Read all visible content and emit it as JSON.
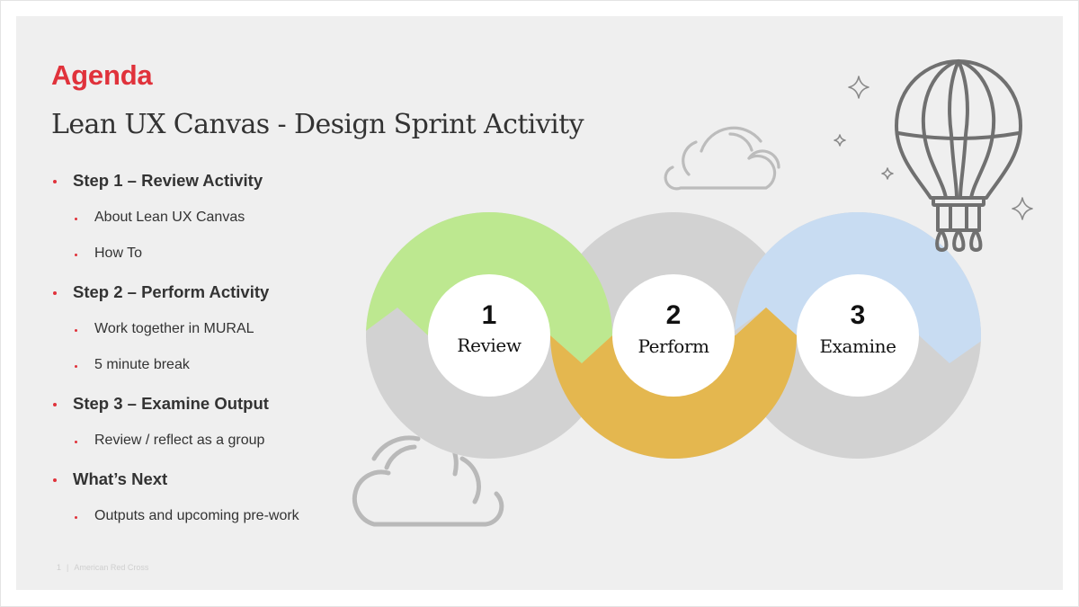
{
  "slide": {
    "heading": "Agenda",
    "subtitle": "Lean UX Canvas - Design Sprint Activity",
    "accent_color": "#e0323b",
    "background_color": "#efefef"
  },
  "agenda": {
    "items": [
      {
        "level": 1,
        "text": "Step 1 – Review Activity"
      },
      {
        "level": 2,
        "text": "About Lean UX Canvas"
      },
      {
        "level": 2,
        "text": "How To"
      },
      {
        "level": 1,
        "text": "Step 2 – Perform Activity"
      },
      {
        "level": 2,
        "text": "Work together in MURAL"
      },
      {
        "level": 2,
        "text": "5 minute break"
      },
      {
        "level": 1,
        "text": "Step 3 – Examine Output"
      },
      {
        "level": 2,
        "text": "Review / reflect as a group"
      },
      {
        "level": 1,
        "text": "What’s Next"
      },
      {
        "level": 2,
        "text": "Outputs and upcoming pre-work"
      }
    ]
  },
  "steps": [
    {
      "number": "1",
      "label": "Review",
      "color": "#bde890"
    },
    {
      "number": "2",
      "label": "Perform",
      "color": "#e4b74f"
    },
    {
      "number": "3",
      "label": "Examine",
      "color": "#c8dcf2"
    }
  ],
  "ring_base_color": "#d2d2d2",
  "decorations": {
    "icons": [
      "hot-air-balloon-icon",
      "sparkle-star-icon",
      "cloud-icon"
    ]
  },
  "footer": {
    "page_number": "1",
    "separator": "|",
    "organization": "American Red Cross"
  }
}
